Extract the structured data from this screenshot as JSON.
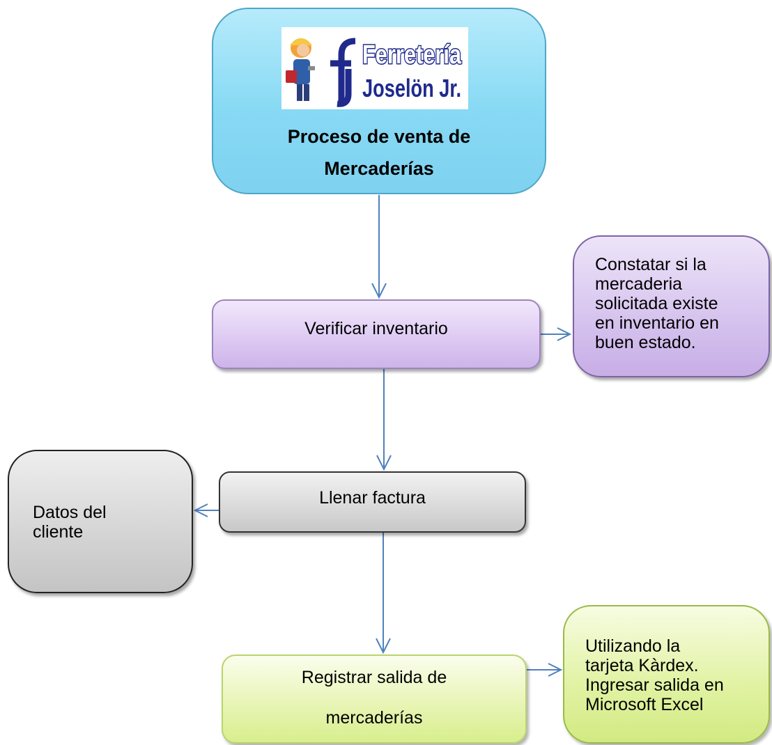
{
  "header": {
    "logo_text": "Ferretería Joselón Jr.",
    "title_line1": "Proceso de venta de",
    "title_line2": "Mercaderías"
  },
  "steps": {
    "verify": "Verificar inventario",
    "invoice": "Llenar factura",
    "register_line1": "Registrar salida de",
    "register_line2": "mercaderías"
  },
  "notes": {
    "check_lines": [
      "Constatar si la",
      "mercaderia",
      "solicitada existe",
      "en inventario en",
      "buen estado."
    ],
    "client_lines": [
      "Datos del",
      "cliente"
    ],
    "kardex_lines": [
      "Utilizando la",
      "tarjeta Kàrdex.",
      "Ingresar salida en",
      "Microsoft Excel"
    ]
  },
  "colors": {
    "connector": "#4f81bd",
    "header_fill": "#87d9f4",
    "purple_fill": "#dcc8f2",
    "gray_fill": "#d9d9d9",
    "green_fill": "#e8f5b6",
    "logo_blue": "#1f2a8c"
  }
}
